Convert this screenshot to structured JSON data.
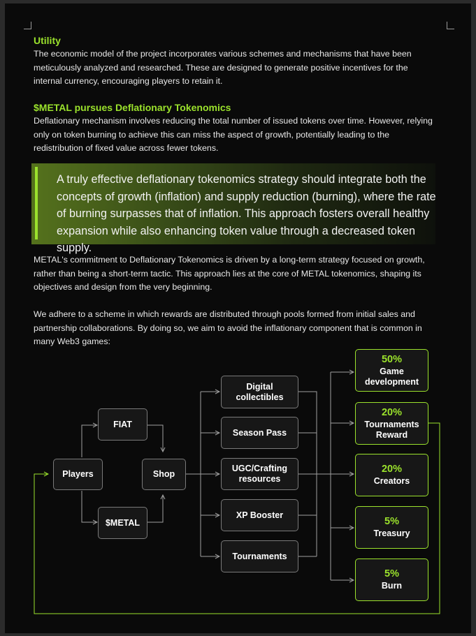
{
  "sections": {
    "utility": {
      "title": "Utility",
      "body": "The economic model of the project incorporates various schemes and mechanisms that have been meticulously analyzed and researched. These are designed to generate positive incentives for the internal currency, encouraging players to retain it."
    },
    "deflation": {
      "title": "$METAL pursues Deflationary Tokenomics",
      "body": "Deflationary mechanism involves reducing the total number of issued tokens over time. However, relying only on token burning to achieve this can miss the aspect of growth, potentially leading to the redistribution of fixed value across fewer tokens."
    },
    "quote": "A truly effective deflationary tokenomics strategy should integrate both the concepts of growth (inflation) and supply reduction (burning), where the rate of burning surpasses that of inflation. This approach fosters overall healthy expansion while also enhancing token value through a decreased token supply.",
    "commitment": "METAL's commitment to Deflationary Tokenomics is driven by a long-term strategy focused on growth, rather than being a short-term tactic. This approach lies at the core of METAL tokenomics, shaping its objectives and design from the very beginning.",
    "scheme": "We adhere to a scheme in which rewards are distributed through pools formed from initial sales and partnership collaborations. By doing so, we aim to avoid the inflationary component that is common in many Web3 games:"
  },
  "diagram": {
    "players": "Players",
    "fiat": "FIAT",
    "metal": "$METAL",
    "shop": "Shop",
    "products": {
      "digital": "Digital collectibles",
      "season": "Season Pass",
      "ugc": "UGC/Crafting resources",
      "xp": "XP Booster",
      "tournaments": "Tournaments"
    },
    "allocations": {
      "game_dev": {
        "pct": "50%",
        "label": "Game development"
      },
      "tournaments_reward": {
        "pct": "20%",
        "label": "Tournaments Reward"
      },
      "creators": {
        "pct": "20%",
        "label": "Creators"
      },
      "treasury": {
        "pct": "5%",
        "label": "Treasury"
      },
      "burn": {
        "pct": "5%",
        "label": "Burn"
      }
    }
  },
  "colors": {
    "accent": "#9be22c",
    "background": "#0a0a0a",
    "node_border": "#7a7a7a",
    "text": "#e8e8e8"
  }
}
